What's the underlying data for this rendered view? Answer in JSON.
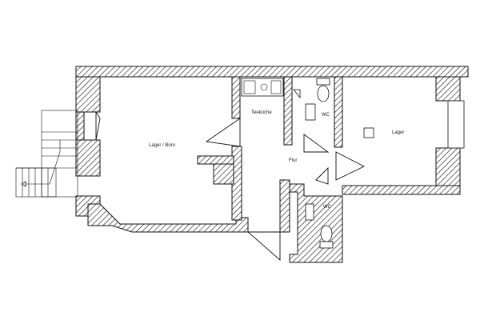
{
  "rooms": {
    "lager_buero": "Lager / Büro",
    "teekueche": "Teeküche",
    "wc_upper": "WC",
    "lager": "Lager",
    "flur": "Flur",
    "wc_lower": "WC"
  }
}
